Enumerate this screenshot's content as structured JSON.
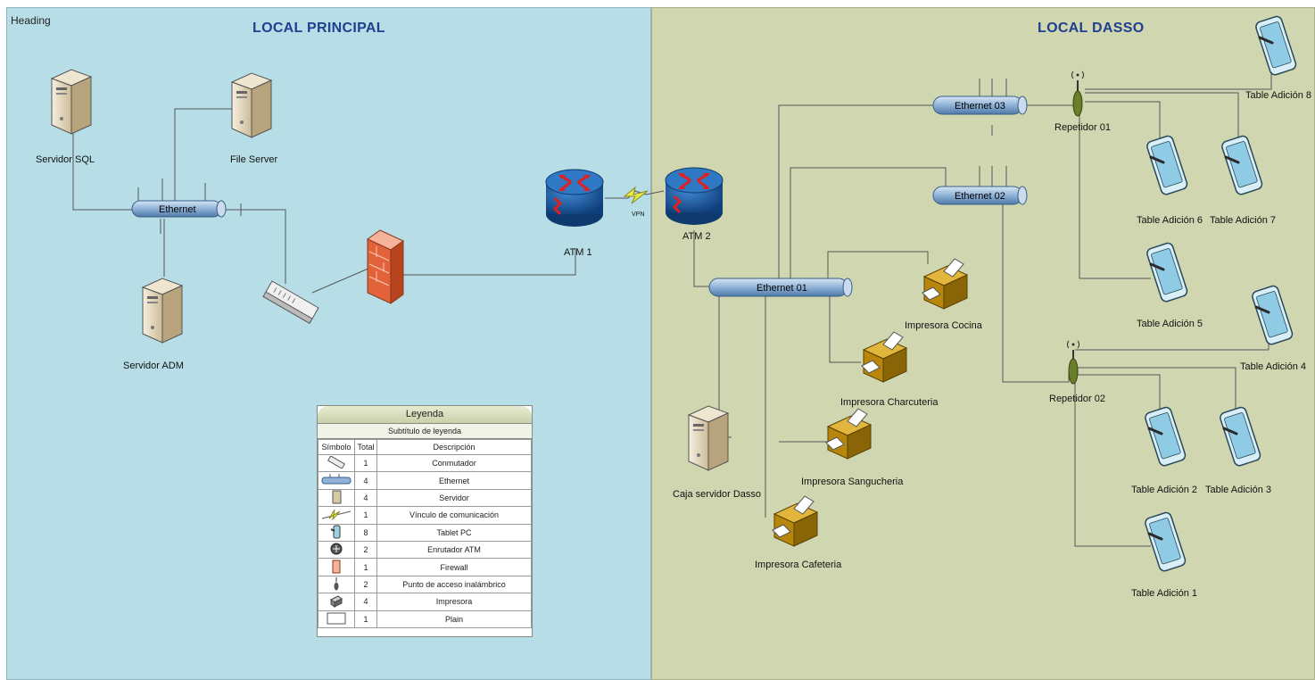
{
  "heading": "Heading",
  "zones": {
    "left_title": "LOCAL PRINCIPAL",
    "right_title": "LOCAL DASSO"
  },
  "labels": {
    "servidor_sql": "Servidor SQL",
    "file_server": "File Server",
    "ethernet": "Ethernet",
    "servidor_adm": "Servidor ADM",
    "atm1": "ATM 1",
    "atm2": "ATM 2",
    "vpn": "VPN",
    "ethernet01": "Ethernet 01",
    "ethernet02": "Ethernet 02",
    "ethernet03": "Ethernet 03",
    "repetidor01": "Repetidor 01",
    "repetidor02": "Repetidor 02",
    "caja_servidor": "Caja servidor Dasso",
    "imp_cocina": "Impresora Cocina",
    "imp_charcuteria": "Impresora Charcuteria",
    "imp_sangucheria": "Impresora Sangucheria",
    "imp_cafeteria": "Impresora Cafeteria",
    "tab1": "Table Adición 1",
    "tab2": "Table Adición 2",
    "tab3": "Table Adición 3",
    "tab4": "Table Adición 4",
    "tab5": "Table Adición 5",
    "tab6": "Table Adición 6",
    "tab7": "Table Adición  7",
    "tab8": "Table Adición 8"
  },
  "legend": {
    "title": "Leyenda",
    "subtitle": "Subtítulo de leyenda",
    "headers": {
      "symbol": "Símbolo",
      "total": "Total",
      "description": "Descripción"
    },
    "rows": [
      {
        "icon": "switch-icon",
        "total": "1",
        "description": "Conmutador"
      },
      {
        "icon": "ethernet-icon",
        "total": "4",
        "description": "Ethernet"
      },
      {
        "icon": "server-icon",
        "total": "4",
        "description": "Servidor"
      },
      {
        "icon": "link-icon",
        "total": "1",
        "description": "Vínculo de comunicación"
      },
      {
        "icon": "tablet-icon",
        "total": "8",
        "description": "Tablet PC"
      },
      {
        "icon": "router-icon",
        "total": "2",
        "description": "Enrutador ATM"
      },
      {
        "icon": "firewall-icon",
        "total": "1",
        "description": "Firewall"
      },
      {
        "icon": "access-point-icon",
        "total": "2",
        "description": "Punto de acceso inalámbrico"
      },
      {
        "icon": "printer-icon",
        "total": "4",
        "description": "Impresora"
      },
      {
        "icon": "plain-icon",
        "total": "1",
        "description": "Plain"
      }
    ]
  },
  "colors": {
    "left_bg": "#b7dde6",
    "right_bg": "#d0d6b0",
    "title_blue": "#1f3f8f",
    "router_blue": "#1f5fa8",
    "firewall_red": "#e2633b",
    "printer_gold": "#b8860b",
    "tablet_blue": "#9fd0e6"
  }
}
